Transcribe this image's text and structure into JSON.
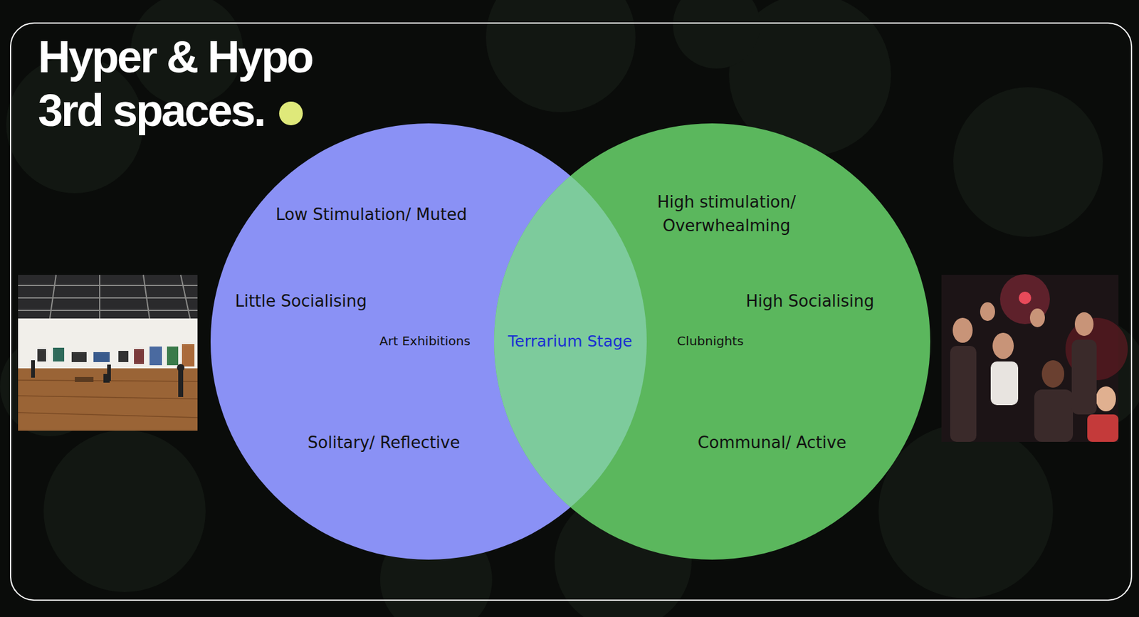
{
  "diagram": {
    "title": "Hyper & Hypo 3rd spaces.",
    "nodes": [
      {
        "text": [
          "Low Stimulation/ Muted",
          "Little Socialising",
          "Art Exhibitions",
          "Solitary/ Reflective"
        ]
      },
      {
        "text": [
          "High stimulation/ Overwhealming",
          "High Socialising",
          "Clubnights",
          "Communal/ Active"
        ]
      }
    ],
    "labels": [
      "Terrarium Stage"
    ]
  }
}
